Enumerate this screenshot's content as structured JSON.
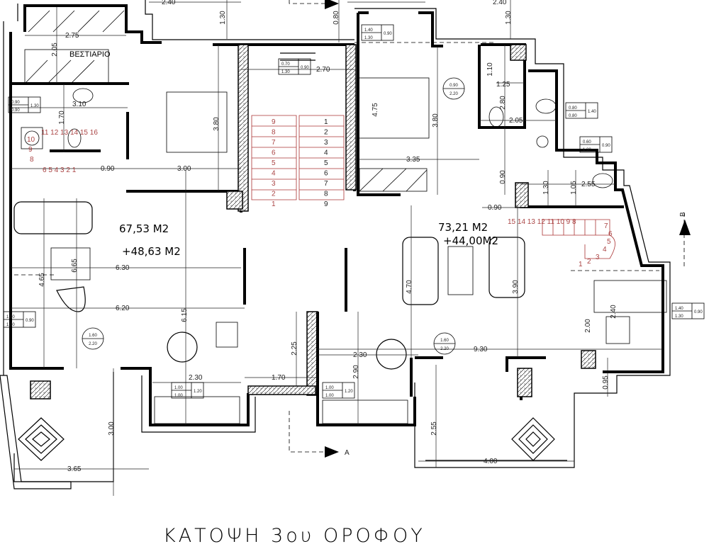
{
  "title": "ΚΑΤΟΨΗ 3ου ΟΡΟΦΟΥ",
  "rooms": {
    "wardrobe": "ΒΕΣΤΙΑΡΙΟ"
  },
  "apartments": [
    {
      "area": "67,53 M2",
      "extra_area": "+48,63 M2"
    },
    {
      "area": "73,21 M2",
      "extra_area": "+44,00M2"
    }
  ],
  "section_markers": [
    "A",
    "B"
  ],
  "dimensions": [
    "2.40",
    "1.30",
    "0.80",
    "2.40",
    "1.30",
    "2.75",
    "2.05",
    "3.10",
    "1.70",
    "0.90",
    "3.00",
    "3.80",
    "2.70",
    "4.75",
    "3.80",
    "1.25",
    "1.10",
    "2.80",
    "2.05",
    "3.35",
    "0.90",
    "2.55",
    "1.30",
    "1.05",
    "0.90",
    "6.30",
    "6.65",
    "4.65",
    "6.20",
    "6.15",
    "2.25",
    "1.70",
    "2.30",
    "2.30",
    "2.90",
    "4.70",
    "3.90",
    "9.30",
    "2.00",
    "2.40",
    "0.95",
    "3.00",
    "2.55",
    "3.65",
    "4.00"
  ],
  "window_boxes": [
    [
      "1.40",
      "1.30",
      "0.90"
    ],
    [
      "0.70",
      "1.30",
      "0.90"
    ],
    [
      "0.90",
      "0.90",
      "1.30"
    ],
    [
      "0.80",
      "0.80",
      "1.40"
    ],
    [
      "0.60",
      "1.30",
      "0.90"
    ],
    [
      "1.00",
      "1.00",
      "0.90"
    ],
    [
      "1.00",
      "1.00",
      "1.20"
    ],
    [
      "1.00",
      "1.00",
      "1.20"
    ],
    [
      "1.40",
      "1.30",
      "0.90"
    ]
  ],
  "door_tags": [
    [
      "0.90",
      "2.20"
    ],
    [
      "1.60",
      "2.20"
    ],
    [
      "1.60",
      "2.20"
    ]
  ],
  "stair_numbers": {
    "central_right": [
      "1",
      "2",
      "3",
      "4",
      "5",
      "6",
      "7",
      "8",
      "9"
    ],
    "central_left": [
      "9",
      "8",
      "7",
      "6",
      "5",
      "4",
      "3",
      "2",
      "1"
    ],
    "left_top": "11 12 13 14 15 16",
    "left_bottom": "6 5 4 3 2 1",
    "left_mid": [
      "10",
      "9",
      "8"
    ],
    "right_top": "15 14 13 12 11 10 9 8",
    "right_turn": [
      "7",
      "6",
      "5",
      "4",
      "3",
      "2",
      "1"
    ]
  }
}
